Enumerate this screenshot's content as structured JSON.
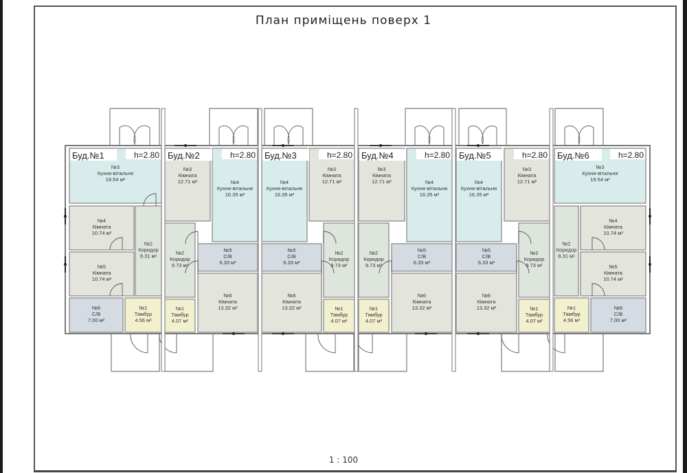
{
  "title": "План приміщень поверх 1",
  "scale": "1 : 100",
  "colors": {
    "kitchen": "#d8ecec",
    "room": "#e3e4dc",
    "corridor": "#dee5dc",
    "bath": "#d5dbe2",
    "vestibule": "#f3f0cf",
    "wall": "#8a8a8a"
  },
  "area_unit": "м²",
  "buildings": [
    {
      "name": "Буд.№1",
      "height": "h=2.80",
      "rooms": [
        {
          "no": "№3",
          "name": "Кухня-вітальня",
          "area": "19.54 м²",
          "type": "kitchen"
        },
        {
          "no": "№4",
          "name": "Кімната",
          "area": "10.74 м²",
          "type": "room"
        },
        {
          "no": "№5",
          "name": "Кімната",
          "area": "10.74 м²",
          "type": "room"
        },
        {
          "no": "№2",
          "name": "Коридор",
          "area": "8.31 м²",
          "type": "corridor"
        },
        {
          "no": "№6",
          "name": "С/В",
          "area": "7.00 м²",
          "type": "bath"
        },
        {
          "no": "№1",
          "name": "Тамбур",
          "area": "4.56 м²",
          "type": "vestibule"
        }
      ]
    },
    {
      "name": "Буд.№2",
      "height": "h=2.80",
      "rooms": [
        {
          "no": "№3",
          "name": "Кімната",
          "area": "12.71 м²",
          "type": "room"
        },
        {
          "no": "№4",
          "name": "Кухня-вітальня",
          "area": "16.35 м²",
          "type": "kitchen"
        },
        {
          "no": "№2",
          "name": "Коридор",
          "area": "9.73 м²",
          "type": "corridor"
        },
        {
          "no": "№5",
          "name": "С/В",
          "area": "6.33 м²",
          "type": "bath"
        },
        {
          "no": "№6",
          "name": "Кімната",
          "area": "13.32 м²",
          "type": "room"
        },
        {
          "no": "№1",
          "name": "Тамбур",
          "area": "4.07 м²",
          "type": "vestibule"
        }
      ]
    },
    {
      "name": "Буд.№3",
      "height": "h=2.80",
      "rooms": [
        {
          "no": "№4",
          "name": "Кухня-вітальня",
          "area": "16.35 м²",
          "type": "kitchen"
        },
        {
          "no": "№3",
          "name": "Кімната",
          "area": "12.71 м²",
          "type": "room"
        },
        {
          "no": "№5",
          "name": "С/В",
          "area": "6.33 м²",
          "type": "bath"
        },
        {
          "no": "№2",
          "name": "Коридор",
          "area": "9.73 м²",
          "type": "corridor"
        },
        {
          "no": "№6",
          "name": "Кімната",
          "area": "13.32 м²",
          "type": "room"
        },
        {
          "no": "№1",
          "name": "Тамбур",
          "area": "4.07 м²",
          "type": "vestibule"
        }
      ]
    },
    {
      "name": "Буд.№4",
      "height": "h=2.80",
      "rooms": [
        {
          "no": "№3",
          "name": "Кімната",
          "area": "12.71 м²",
          "type": "room"
        },
        {
          "no": "№4",
          "name": "Кухня-вітальня",
          "area": "16.35 м²",
          "type": "kitchen"
        },
        {
          "no": "№2",
          "name": "Коридор",
          "area": "9.73 м²",
          "type": "corridor"
        },
        {
          "no": "№5",
          "name": "С/В",
          "area": "6.33 м²",
          "type": "bath"
        },
        {
          "no": "№6",
          "name": "Кімната",
          "area": "13.32 м²",
          "type": "room"
        },
        {
          "no": "№1",
          "name": "Тамбур",
          "area": "4.07 м²",
          "type": "vestibule"
        }
      ]
    },
    {
      "name": "Буд.№5",
      "height": "h=2.80",
      "rooms": [
        {
          "no": "№4",
          "name": "Кухня-вітальня",
          "area": "16.35 м²",
          "type": "kitchen"
        },
        {
          "no": "№3",
          "name": "Кімната",
          "area": "12.71 м²",
          "type": "room"
        },
        {
          "no": "№5",
          "name": "С/В",
          "area": "6.33 м²",
          "type": "bath"
        },
        {
          "no": "№2",
          "name": "Коридор",
          "area": "9.73 м²",
          "type": "corridor"
        },
        {
          "no": "№6",
          "name": "Кімната",
          "area": "13.32 м²",
          "type": "room"
        },
        {
          "no": "№1",
          "name": "Тамбур",
          "area": "4.07 м²",
          "type": "vestibule"
        }
      ]
    },
    {
      "name": "Буд.№6",
      "height": "h=2.80",
      "rooms": [
        {
          "no": "№3",
          "name": "Кухня-вітальня",
          "area": "19.54 м²",
          "type": "kitchen"
        },
        {
          "no": "№4",
          "name": "Кімната",
          "area": "10.74 м²",
          "type": "room"
        },
        {
          "no": "№5",
          "name": "Кімната",
          "area": "10.74 м²",
          "type": "room"
        },
        {
          "no": "№2",
          "name": "Коридор",
          "area": "8.31 м²",
          "type": "corridor"
        },
        {
          "no": "№1",
          "name": "Тамбур",
          "area": "4.56 м²",
          "type": "vestibule"
        },
        {
          "no": "№6",
          "name": "С/В",
          "area": "7.00 м²",
          "type": "bath"
        }
      ]
    }
  ]
}
